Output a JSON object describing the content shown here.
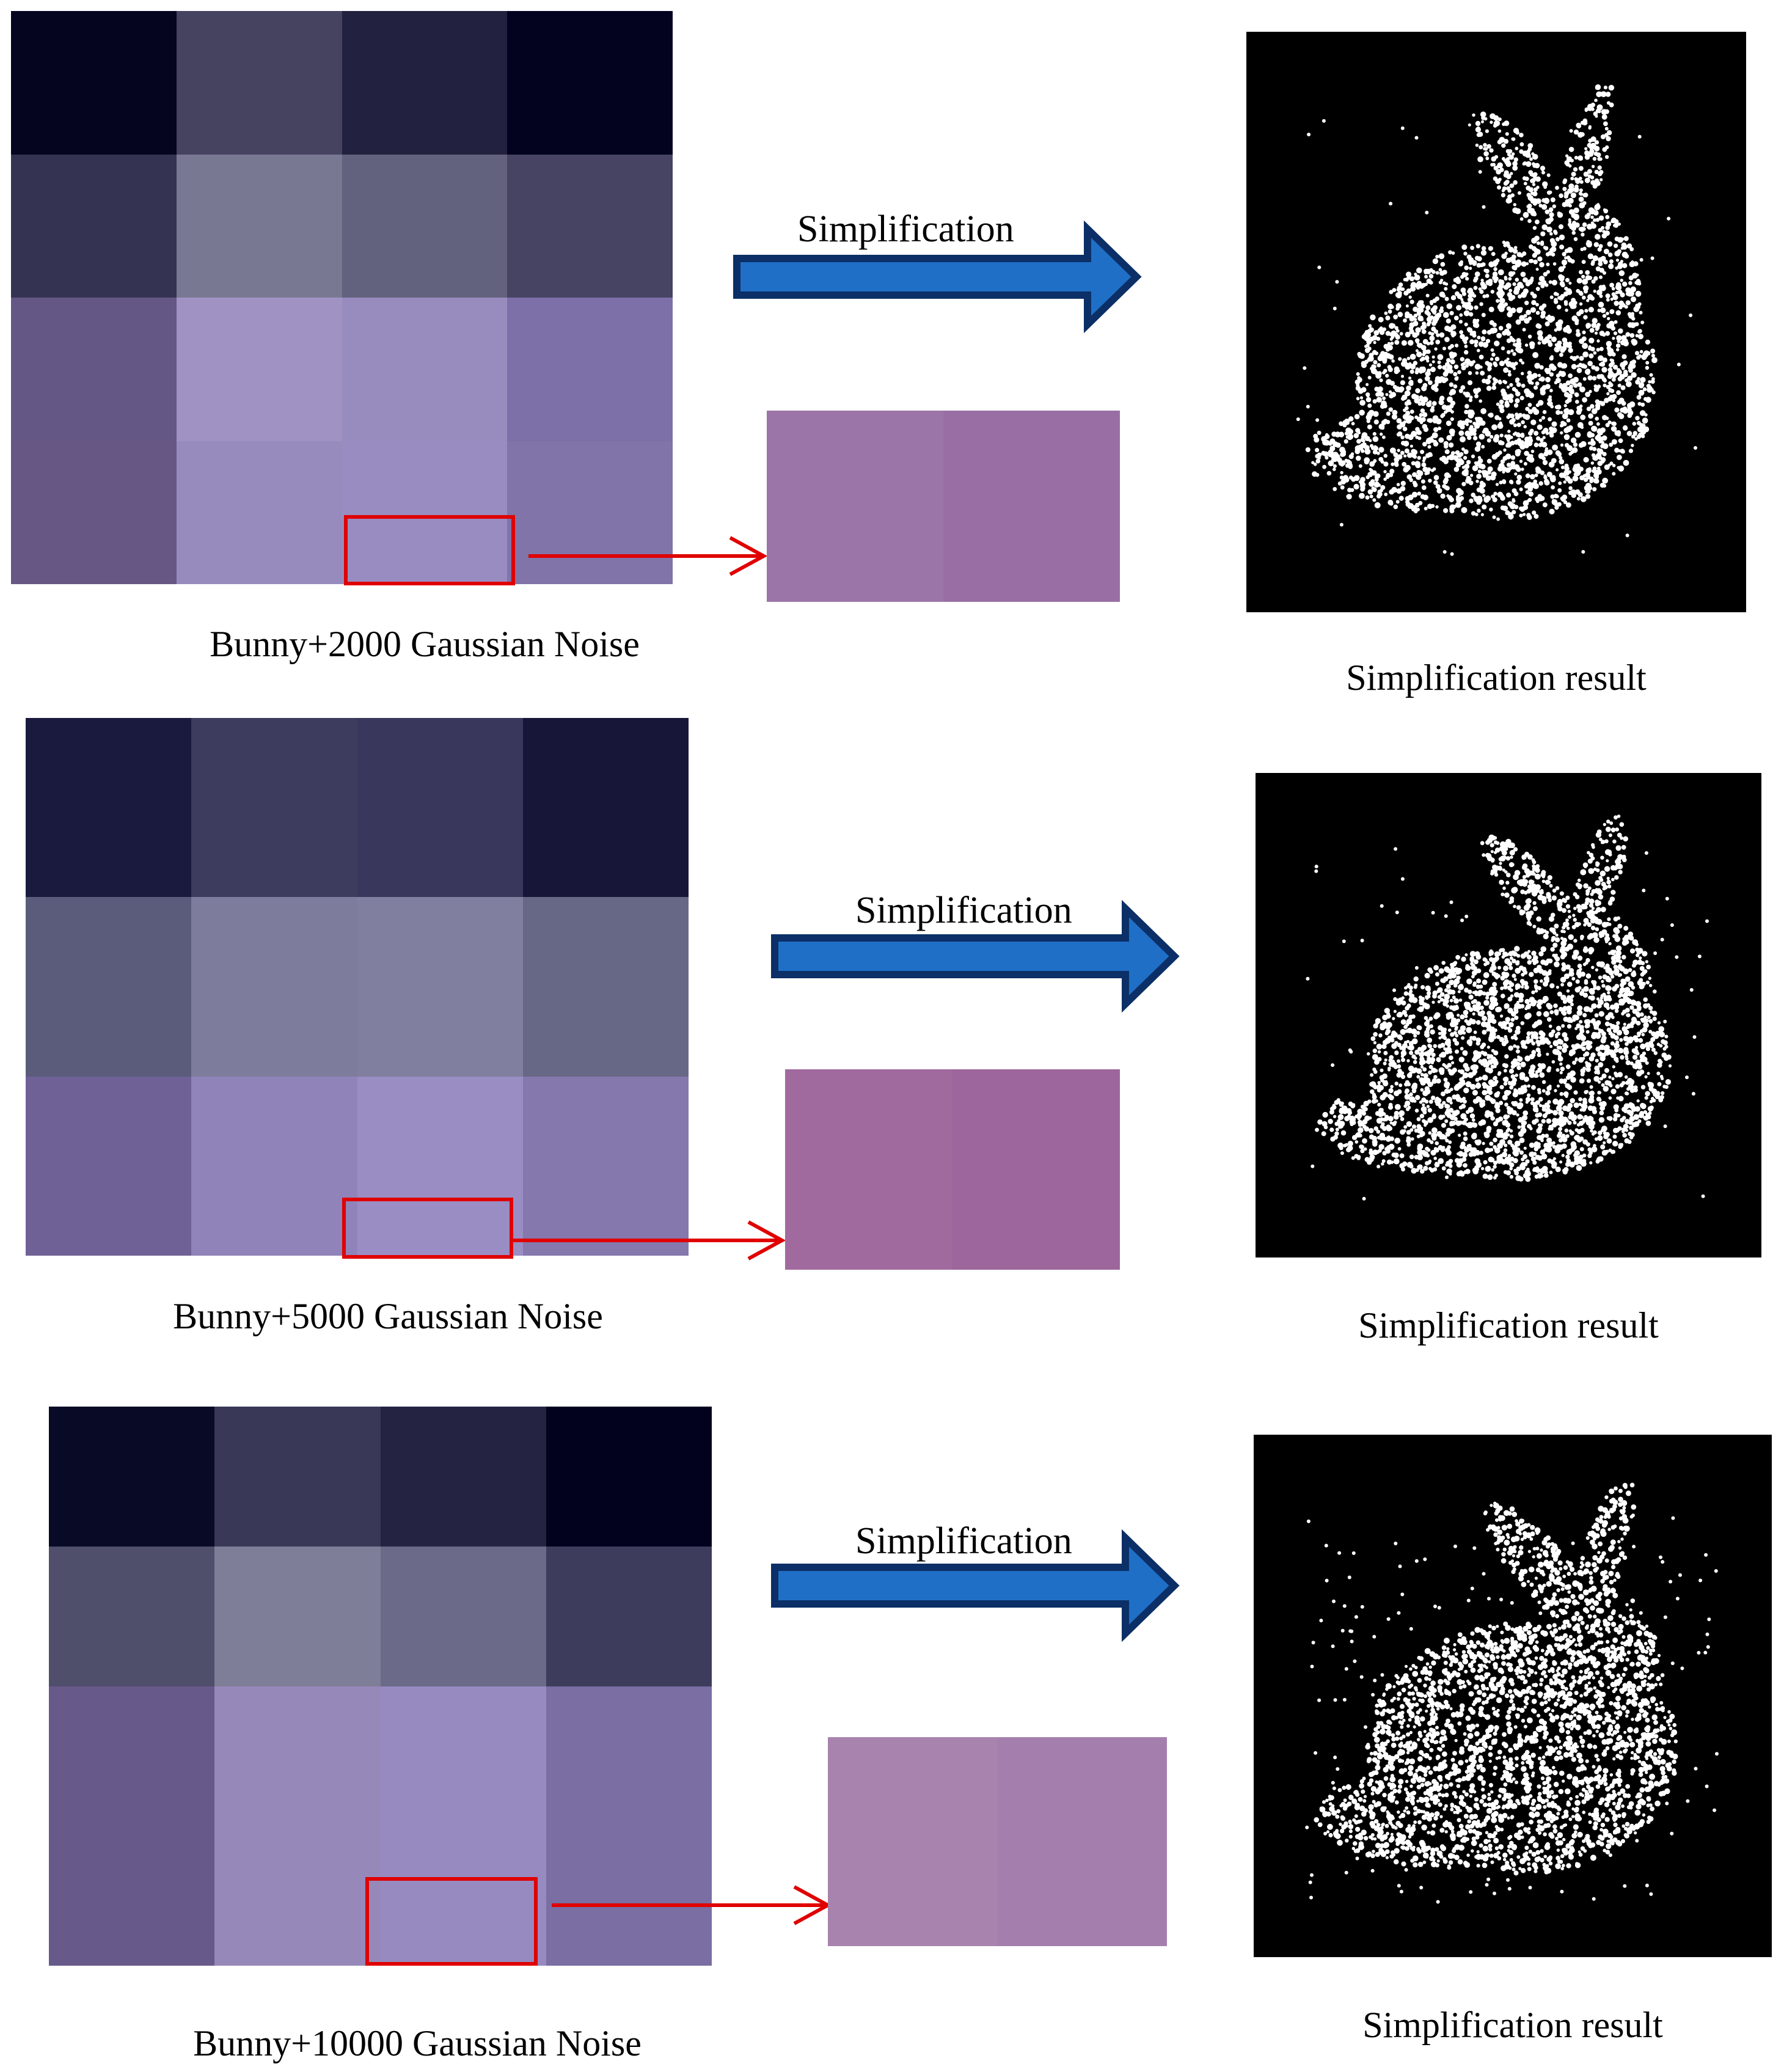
{
  "arrow_label": "Simplification",
  "result_label": "Simplification result",
  "colors": {
    "highlight": "#e00000",
    "arrow_fill": "#1f6fc6",
    "arrow_stroke": "#0b2f66",
    "result_bg": "#000000",
    "points": "#ffffff"
  },
  "rows": [
    {
      "caption": "Bunny+2000 Gaussian Noise",
      "grid_colors": [
        [
          "#05051f",
          "#45435f",
          "#222240",
          "#03031f"
        ],
        [
          "#343452",
          "#787892",
          "#62627e",
          "#464462"
        ],
        [
          "#655785",
          "#a093c3",
          "#988bbe",
          "#7d70a8"
        ],
        [
          "#665784",
          "#978bbe",
          "#998cc0",
          "#8074a8"
        ]
      ],
      "inset_colors": [
        "#9c75a8",
        "#996ea5"
      ]
    },
    {
      "caption": "Bunny+5000 Gaussian Noise",
      "grid_colors": [
        [
          "#1a1a3e",
          "#3d3c5e",
          "#39385c",
          "#171638"
        ],
        [
          "#5b5b7b",
          "#7e7c9c",
          "#807f9f",
          "#676786"
        ],
        [
          "#6f6196",
          "#9083ba",
          "#9a8dc4",
          "#8478ad"
        ]
      ],
      "inset_colors": [
        "#a16a9f",
        "#9d669c"
      ]
    },
    {
      "caption": "Bunny+10000 Gaussian Noise",
      "grid_colors": [
        [
          "#080a26",
          "#393856",
          "#242342",
          "#02021f"
        ],
        [
          "#4f4f6b",
          "#7e7e98",
          "#6b6a88",
          "#3e3c5c"
        ],
        [
          "#675a8a",
          "#9689ba",
          "#978ac0",
          "#7a6ea2"
        ],
        [
          "#675a8a",
          "#9689ba",
          "#978ac0",
          "#7a6ea2"
        ]
      ],
      "inset_colors": [
        "#a883ad",
        "#a47fad"
      ]
    }
  ]
}
